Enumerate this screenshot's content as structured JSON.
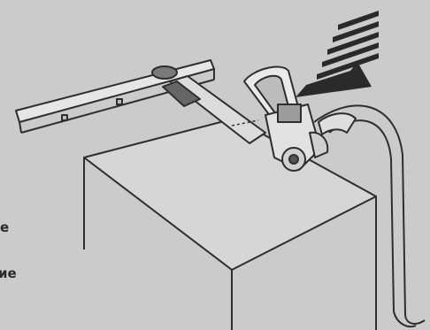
{
  "background_color": "#cfcfcf",
  "line_color": "#2e2e2e",
  "shade_color": "#9a9a9a",
  "icons": [
    "ratchet-strap-illustration",
    "direction-arrow-icon"
  ],
  "labels": {
    "fragment_1": "e",
    "fragment_2": "ие"
  }
}
